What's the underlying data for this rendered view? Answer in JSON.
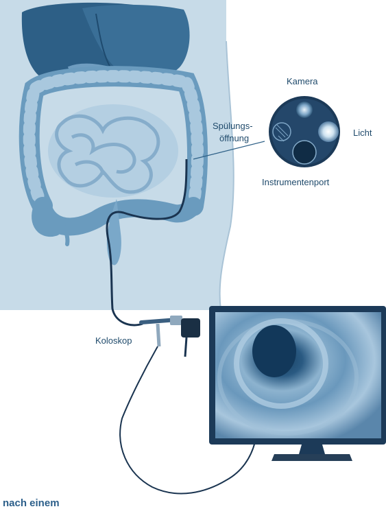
{
  "labels": {
    "camera": "Kamera",
    "rinse_line1": "Spülungs-",
    "rinse_line2": "öffnung",
    "light": "Licht",
    "instrument_port": "Instrumentenport",
    "colonoscope": "Koloskop",
    "footer_fragment": "nach einem"
  },
  "colors": {
    "body": "#c7dbe8",
    "organ_dark": "#2d5f86",
    "organ_mid": "#6a9bbe",
    "organ_light": "#b4cfe2",
    "tube": "#1a3450",
    "label_text": "#1f4a6b",
    "monitor_frame": "#1c3a58",
    "screen_bg": "#5f8fb4"
  }
}
